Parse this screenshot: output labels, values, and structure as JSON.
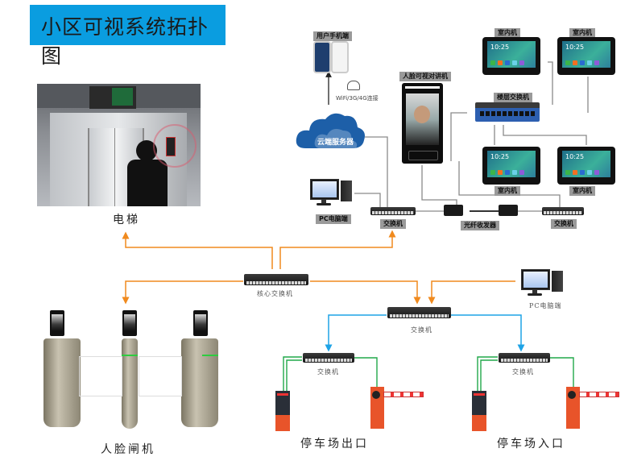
{
  "title": "小区可视系统拓扑图",
  "colors": {
    "title_bg": "#0a9de0",
    "core_link": "#f08a1e",
    "floor_link": "#1ea3e6",
    "parking_link": "#21a84a",
    "wire": "#8a8a8a",
    "cloud": "#1d5fa8",
    "floor_switch": "#2d5fb0",
    "barrier": "#e8542a"
  },
  "top_section": {
    "mobile_label": "用户手机端",
    "wireless_label": "WiFi/3G/4G连接",
    "cloud_label": "云端服务器",
    "face_intercom_label": "人脸可视对讲机",
    "indoor_units": [
      "室内机",
      "室内机",
      "室内机",
      "室内机"
    ],
    "indoor_time": "10:25",
    "floor_switch_label": "楼层交换机",
    "pc_label": "PC电脑端",
    "switch_left_label": "交换机",
    "fiber_label": "光纤收发器",
    "switch_right_label": "交换机"
  },
  "elevator": {
    "label": "电梯"
  },
  "core": {
    "label": "核心交换机"
  },
  "gates": {
    "label": "人脸闸机"
  },
  "parking": {
    "switch_label": "交换机",
    "pc_label": "PC电脑端",
    "exit": {
      "switch_label": "交换机",
      "label": "停车场出口"
    },
    "entrance": {
      "switch_label": "交换机",
      "label": "停车场入口"
    }
  }
}
